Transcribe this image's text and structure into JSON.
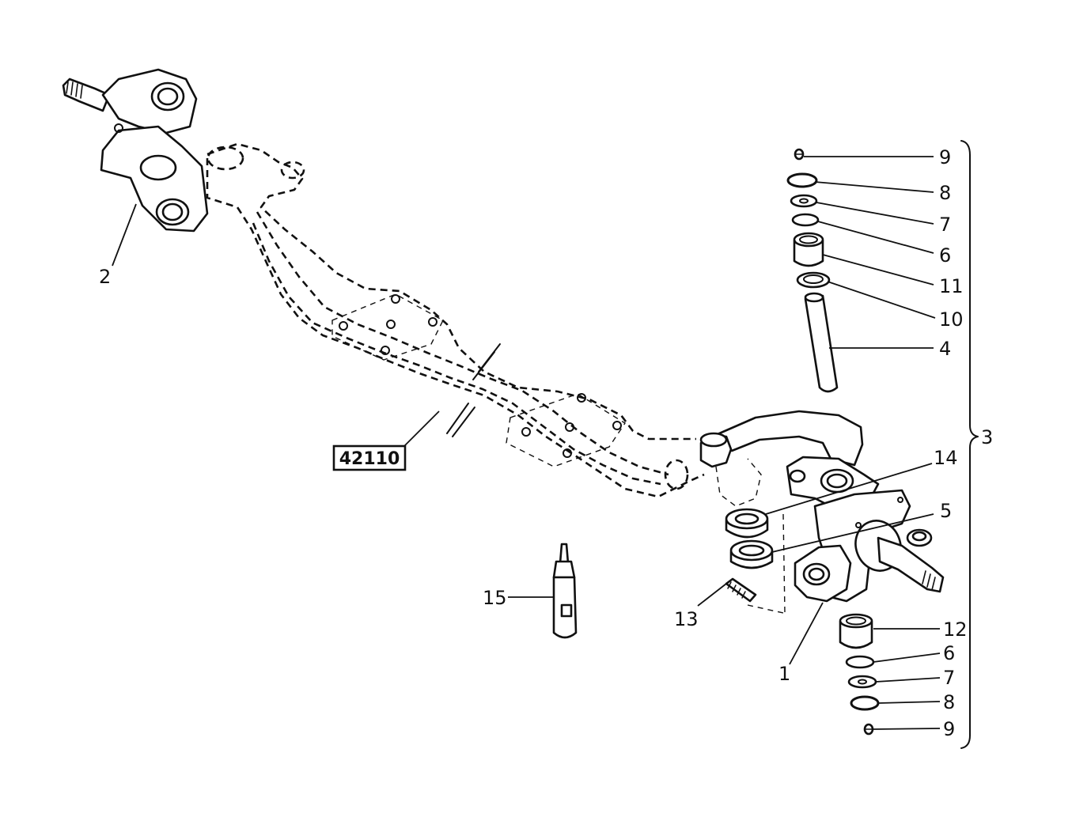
{
  "labels": {
    "part_1": "1",
    "part_2": "2",
    "part_3": "3",
    "part_4": "4",
    "part_5": "5",
    "part_6_top": "6",
    "part_6_bottom": "6",
    "part_7_top": "7",
    "part_7_bottom": "7",
    "part_8_top": "8",
    "part_8_bottom": "8",
    "part_9_top": "9",
    "part_9_bottom": "9",
    "part_10": "10",
    "part_11": "11",
    "part_12": "12",
    "part_13": "13",
    "part_14": "14",
    "part_15": "15"
  },
  "reference_box": "42110"
}
